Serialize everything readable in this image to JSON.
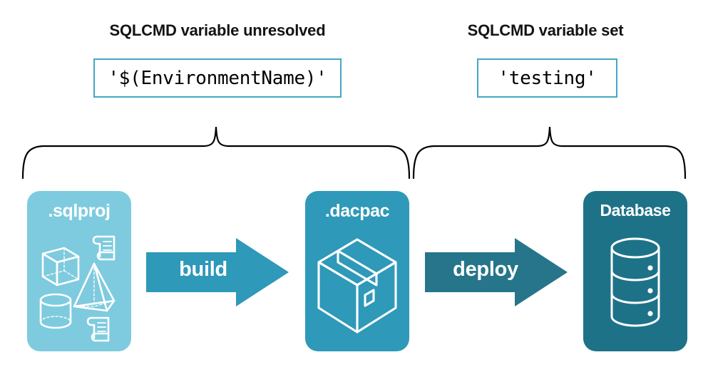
{
  "headings": {
    "left": "SQLCMD variable unresolved",
    "right": "SQLCMD variable set"
  },
  "code_boxes": {
    "left": "'$(EnvironmentName)'",
    "right": "'testing'"
  },
  "flow": {
    "stages": [
      {
        "label": ".sqlproj",
        "icon": "shapes-and-scripts-icon",
        "color": "#7ECBDF"
      },
      {
        "label": ".dacpac",
        "icon": "package-box-icon",
        "color": "#2E99B8"
      },
      {
        "label": "Database",
        "icon": "database-cylinder-icon",
        "color": "#1E7288"
      }
    ],
    "arrows": [
      {
        "label": "build",
        "color": "#2E99B8"
      },
      {
        "label": "deploy",
        "color": "#26758A"
      }
    ]
  },
  "colors": {
    "light_blue": "#7ECBDF",
    "medium_blue": "#2E99B8",
    "dark_teal": "#1E7288",
    "arrow_deploy": "#26758A",
    "code_border": "#45A7C4",
    "brace_stroke": "#000000",
    "heading_text": "#131313",
    "background": "#ffffff"
  }
}
